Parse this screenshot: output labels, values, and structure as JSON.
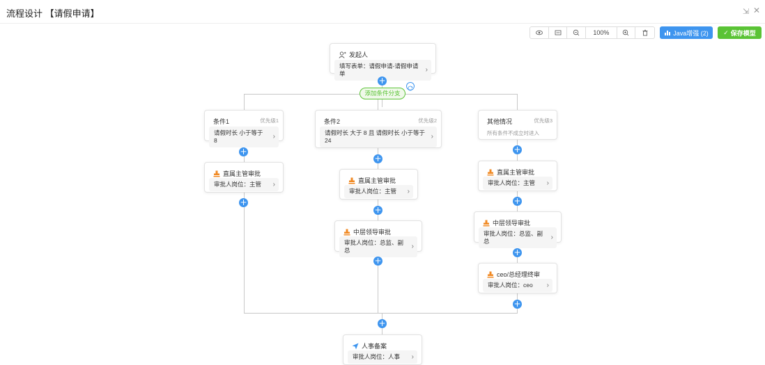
{
  "title": "流程设计 【请假申请】",
  "window": {
    "minimize_icon": "compress-icon",
    "close_icon": "close-icon"
  },
  "toolbar": {
    "zoom": "100%",
    "java_label": "Java增强 (2)",
    "save_label": "保存模型"
  },
  "colors": {
    "accent": "#3e95ef",
    "success": "#5ac335",
    "line": "#c8c8c8",
    "body_bg": "#f5f5f5"
  },
  "start": {
    "label": "发起人",
    "body": "填写表单：请假申请-请假申请单"
  },
  "add_branch": "添加条件分支",
  "branches": [
    {
      "name": "条件1",
      "priority": "优先级1",
      "body": "请假时长 小于等于 8",
      "nodes": [
        {
          "name": "直属主管审批",
          "body": "审批人岗位：主管"
        }
      ]
    },
    {
      "name": "条件2",
      "priority": "优先级2",
      "body": "请假时长 大于 8 且 请假时长 小于等于 24",
      "nodes": [
        {
          "name": "直属主管审批",
          "body": "审批人岗位：主管"
        },
        {
          "name": "中层领导审批",
          "body": "审批人岗位：总监、副总"
        }
      ]
    },
    {
      "name": "其他情况",
      "priority": "优先级3",
      "note": "所有条件不成立时进入",
      "nodes": [
        {
          "name": "直属主管审批",
          "body": "审批人岗位：主管"
        },
        {
          "name": "中层领导审批",
          "body": "审批人岗位：总监、副总"
        },
        {
          "name": "ceo/总经理终审",
          "body": "审批人岗位：ceo"
        }
      ]
    }
  ],
  "cc_node": {
    "name": "人事备案",
    "body": "审批人岗位：人事"
  }
}
